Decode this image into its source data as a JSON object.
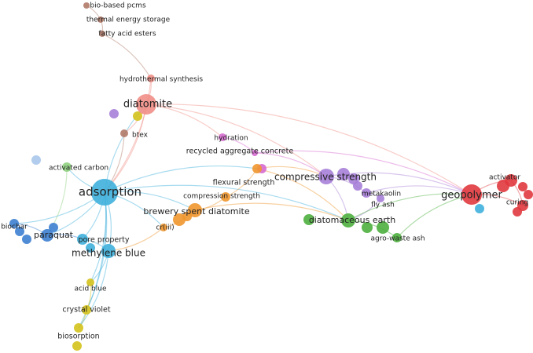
{
  "title": "Keyword co-occurrence network",
  "colors": {
    "red": "#e0393e",
    "green": "#4caf3d",
    "blue": "#3d80d0",
    "yellow": "#d4c21c",
    "purple": "#a77fd8",
    "lightblue": "#3fb0dc",
    "orange": "#f0962e",
    "brown": "#b07a68",
    "pink": "#d66ad0",
    "salmon": "#ef8e86",
    "paleblue": "#a9c6ea",
    "palegreen": "#8fd07e"
  },
  "nodes": [
    {
      "label": "bio-based pcms",
      "cluster": "brown"
    },
    {
      "label": "thermal energy storage",
      "cluster": "brown"
    },
    {
      "label": "fatty acid esters",
      "cluster": "brown"
    },
    {
      "label": "hydrothermal synthesis",
      "cluster": "salmon"
    },
    {
      "label": "diatomite",
      "cluster": "salmon"
    },
    {
      "label": "btex",
      "cluster": "brown"
    },
    {
      "label": "hydration",
      "cluster": "pink"
    },
    {
      "label": "recycled aggregate concrete",
      "cluster": "pink"
    },
    {
      "label": "activated carbon",
      "cluster": "palegreen"
    },
    {
      "label": "adsorption",
      "cluster": "lightblue"
    },
    {
      "label": "flexural strength",
      "cluster": "orange"
    },
    {
      "label": "compression strength",
      "cluster": "orange"
    },
    {
      "label": "brewery spent diatomite",
      "cluster": "orange"
    },
    {
      "label": "cr(iii)",
      "cluster": "orange"
    },
    {
      "label": "compressive strength",
      "cluster": "purple"
    },
    {
      "label": "metakaolin",
      "cluster": "purple"
    },
    {
      "label": "fly ash",
      "cluster": "purple"
    },
    {
      "label": "diatomaceous earth",
      "cluster": "green"
    },
    {
      "label": "agro-waste ash",
      "cluster": "green"
    },
    {
      "label": "geopolymer",
      "cluster": "red"
    },
    {
      "label": "activator",
      "cluster": "red"
    },
    {
      "label": "curing",
      "cluster": "red"
    },
    {
      "label": "biochar",
      "cluster": "blue"
    },
    {
      "label": "paraquat",
      "cluster": "blue"
    },
    {
      "label": "pore property",
      "cluster": "lightblue"
    },
    {
      "label": "methylene blue",
      "cluster": "lightblue"
    },
    {
      "label": "acid blue",
      "cluster": "yellow"
    },
    {
      "label": "crystal violet",
      "cluster": "yellow"
    },
    {
      "label": "biosorption",
      "cluster": "yellow"
    }
  ]
}
